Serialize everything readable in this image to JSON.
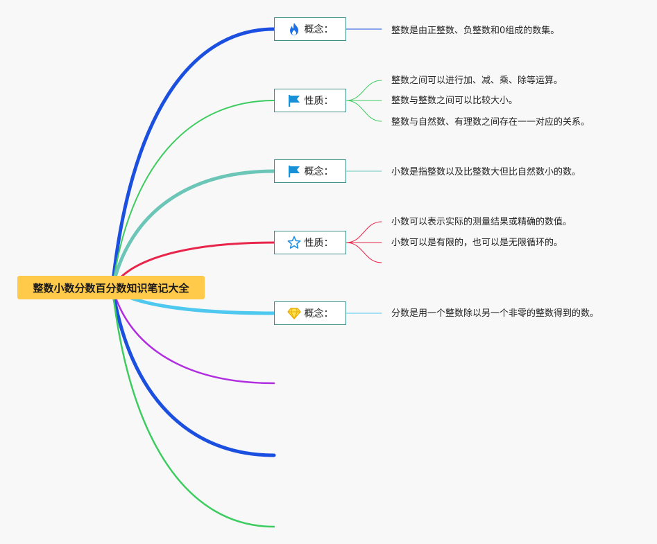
{
  "root": {
    "title": "整数小数分数百分数知识笔记大全"
  },
  "branches": [
    {
      "label": "概念：",
      "icon": "fire-icon",
      "color": "#1a4fe0",
      "leaves": [
        "整数是由正整数、负整数和0组成的数集。"
      ]
    },
    {
      "label": "性质：",
      "icon": "flag-icon",
      "color": "#3dcc5f",
      "leaves": [
        "整数之间可以进行加、减、乘、除等运算。",
        "整数与整数之间可以比较大小。",
        "整数与自然数、有理数之间存在一一对应的关系。"
      ]
    },
    {
      "label": "概念：",
      "icon": "flag-icon",
      "color": "#6cc6b8",
      "leaves": [
        "小数是指整数以及比整数大但比自然数小的数。"
      ]
    },
    {
      "label": "性质：",
      "icon": "star-icon",
      "color": "#e8254a",
      "leaves": [
        "小数可以表示实际的测量结果或精确的数值。",
        "小数可以是有限的，也可以是无限循环的。"
      ]
    },
    {
      "label": "概念：",
      "icon": "diamond-icon",
      "color": "#4fc8f0",
      "leaves": [
        "分数是用一个整数除以另一个非零的整数得到的数。"
      ]
    },
    {
      "label": "",
      "icon": "",
      "color": "#b02ee0",
      "leaves": []
    },
    {
      "label": "",
      "icon": "",
      "color": "#1a4fe0",
      "leaves": []
    },
    {
      "label": "",
      "icon": "",
      "color": "#3dcc5f",
      "leaves": []
    }
  ]
}
